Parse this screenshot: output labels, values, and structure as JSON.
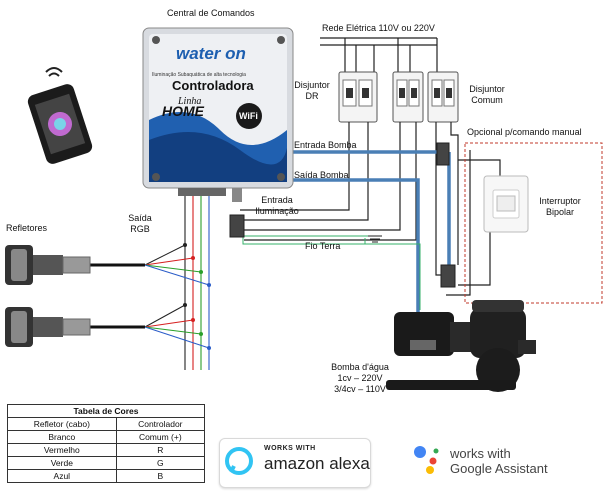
{
  "labels": {
    "central": "Central de Comandos",
    "rede": "Rede Elétrica 110V ou 220V",
    "disjuntor_dr": [
      "Disjuntor",
      "DR"
    ],
    "disjuntor_comum": [
      "Disjuntor",
      "Comum"
    ],
    "opcional": "Opcional p/comando manual",
    "entrada_bomba": "Entrada Bomba",
    "saida_bomba": "Saída Bomba",
    "entrada_iluminacao": [
      "Entrada",
      "Iluminação"
    ],
    "saida_rgb": [
      "Saída",
      "RGB"
    ],
    "refletores": "Refletores",
    "fio_terra": "Fio Terra",
    "interruptor": [
      "Interruptor",
      "Bipolar"
    ],
    "bomba": [
      "Bomba d'água",
      "1cv – 220V",
      "3/4cv – 110V"
    ]
  },
  "controller": {
    "brand": "water on",
    "tagline": "Iluminação Subaquática de alta tecnologia",
    "title": "Controladora",
    "linha": "Linha",
    "home": "HOME",
    "wifi": "WiFi"
  },
  "color_table": {
    "title": "Tabela de Cores",
    "headers": [
      "Refletor (cabo)",
      "Controlador"
    ],
    "rows": [
      [
        "Branco",
        "Comum (+)"
      ],
      [
        "Vermelho",
        "R"
      ],
      [
        "Verde",
        "G"
      ],
      [
        "Azul",
        "B"
      ]
    ]
  },
  "badges": {
    "alexa_small": "WORKS WITH",
    "alexa_big": "amazon alexa",
    "ga_line1": "works with",
    "ga_line2": "Google Assistant"
  },
  "colors": {
    "pipe_blue": "#4a7fb5",
    "wire_red": "#d62020",
    "wire_green": "#2aa02a",
    "wire_blue": "#2a5cc8",
    "ground_green": "#35b06a",
    "dashed_border": "#c0392b",
    "alexa_blue": "#31c4f3"
  }
}
